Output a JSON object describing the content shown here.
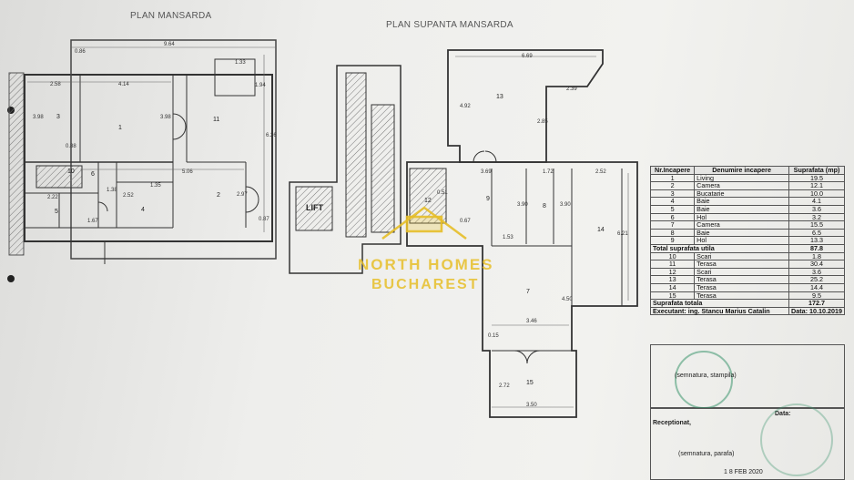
{
  "titles": {
    "left": "PLAN MANSARDA",
    "right": "PLAN SUPANTA MANSARDA"
  },
  "watermark": {
    "line1": "NORTH HOMES",
    "line2": "BUCHAREST",
    "color": "#e6be28"
  },
  "plan_labels": {
    "lift": "LIFT",
    "left_dims": [
      "9.64",
      "2.58",
      "4.14",
      "5.06",
      "2.22",
      "1.35",
      "2.52",
      "1.33",
      "1.38",
      "3.98",
      "3.98",
      "0.86",
      "0.88",
      "1.67",
      "6.26",
      "1.94",
      "0.87",
      "2.97"
    ],
    "right_dims": [
      "6.69",
      "2.39",
      "4.92",
      "2.85",
      "3.69",
      "1.72",
      "2.52",
      "1.53",
      "3.46",
      "4.50",
      "6.21",
      "3.90",
      "3.90",
      "0.51",
      "0.67",
      "0.15",
      "2.72",
      "3.50"
    ],
    "left_rooms": [
      "1",
      "2",
      "3",
      "4",
      "5",
      "6",
      "10",
      "11"
    ],
    "right_rooms": [
      "7",
      "8",
      "9",
      "12",
      "13",
      "14",
      "15"
    ]
  },
  "table": {
    "headers": [
      "Nr.Incapere",
      "Denumire incapere",
      "Suprafata (mp)"
    ],
    "rows": [
      [
        "1",
        "Living",
        "19.5"
      ],
      [
        "2",
        "Camera",
        "12.1"
      ],
      [
        "3",
        "Bucatarie",
        "10.0"
      ],
      [
        "4",
        "Baie",
        "4.1"
      ],
      [
        "5",
        "Baie",
        "3.6"
      ],
      [
        "6",
        "Hol",
        "3.2"
      ],
      [
        "7",
        "Camera",
        "15.5"
      ],
      [
        "8",
        "Baie",
        "6.5"
      ],
      [
        "9",
        "Hol",
        "13.3"
      ]
    ],
    "total_utila_label": "Total suprafata utila",
    "total_utila_value": "87.8",
    "rows2": [
      [
        "10",
        "Scari",
        "1.8"
      ],
      [
        "11",
        "Terasa",
        "30.4"
      ],
      [
        "12",
        "Scari",
        "3.6"
      ],
      [
        "13",
        "Terasa",
        "25.2"
      ],
      [
        "14",
        "Terasa",
        "14.4"
      ],
      [
        "15",
        "Terasa",
        "9.5"
      ]
    ],
    "total_label": "Suprafata totala",
    "total_value": "172.7",
    "executant": "Executant: ing. Stancu Marius Catalin",
    "data_label": "Data: 10.10.2019",
    "signature_note": "(semnatura, stampila)",
    "receptionat": "Receptionat,",
    "data2": "Data:",
    "signature_note2": "(semnatura, parafa)",
    "date_stamp": "1 8 FEB 2020"
  }
}
